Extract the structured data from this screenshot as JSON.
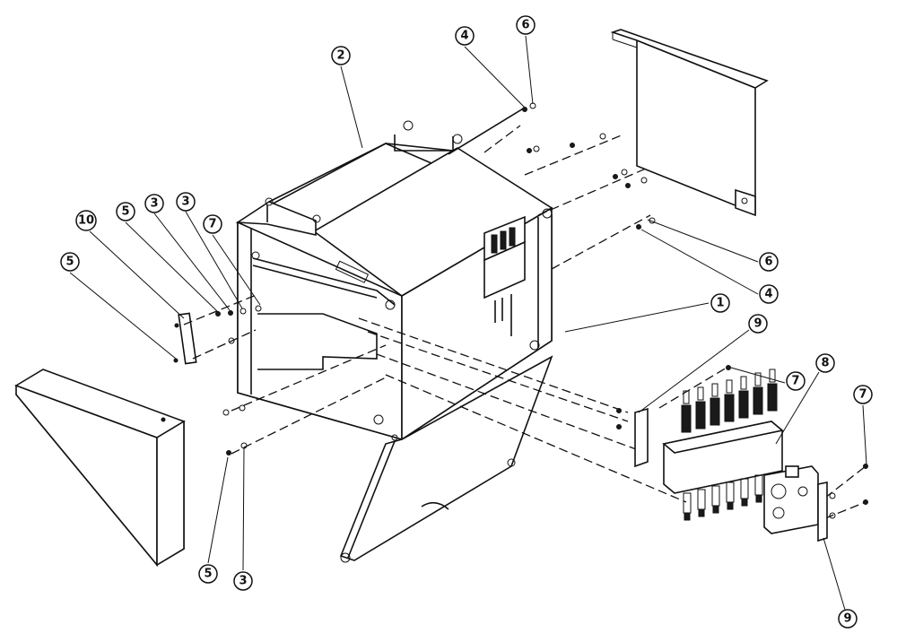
{
  "diagram": {
    "callouts": [
      {
        "id": "c1",
        "label": "1"
      },
      {
        "id": "c2",
        "label": "2"
      },
      {
        "id": "c3a",
        "label": "3"
      },
      {
        "id": "c3b",
        "label": "3"
      },
      {
        "id": "c3c",
        "label": "3"
      },
      {
        "id": "c4a",
        "label": "4"
      },
      {
        "id": "c4b",
        "label": "4"
      },
      {
        "id": "c5a",
        "label": "5"
      },
      {
        "id": "c5b",
        "label": "5"
      },
      {
        "id": "c5c",
        "label": "5"
      },
      {
        "id": "c6a",
        "label": "6"
      },
      {
        "id": "c6b",
        "label": "6"
      },
      {
        "id": "c7a",
        "label": "7"
      },
      {
        "id": "c7b",
        "label": "7"
      },
      {
        "id": "c7c",
        "label": "7"
      },
      {
        "id": "c8",
        "label": "8"
      },
      {
        "id": "c9a",
        "label": "9"
      },
      {
        "id": "c9b",
        "label": "9"
      },
      {
        "id": "c10",
        "label": "10"
      }
    ]
  }
}
